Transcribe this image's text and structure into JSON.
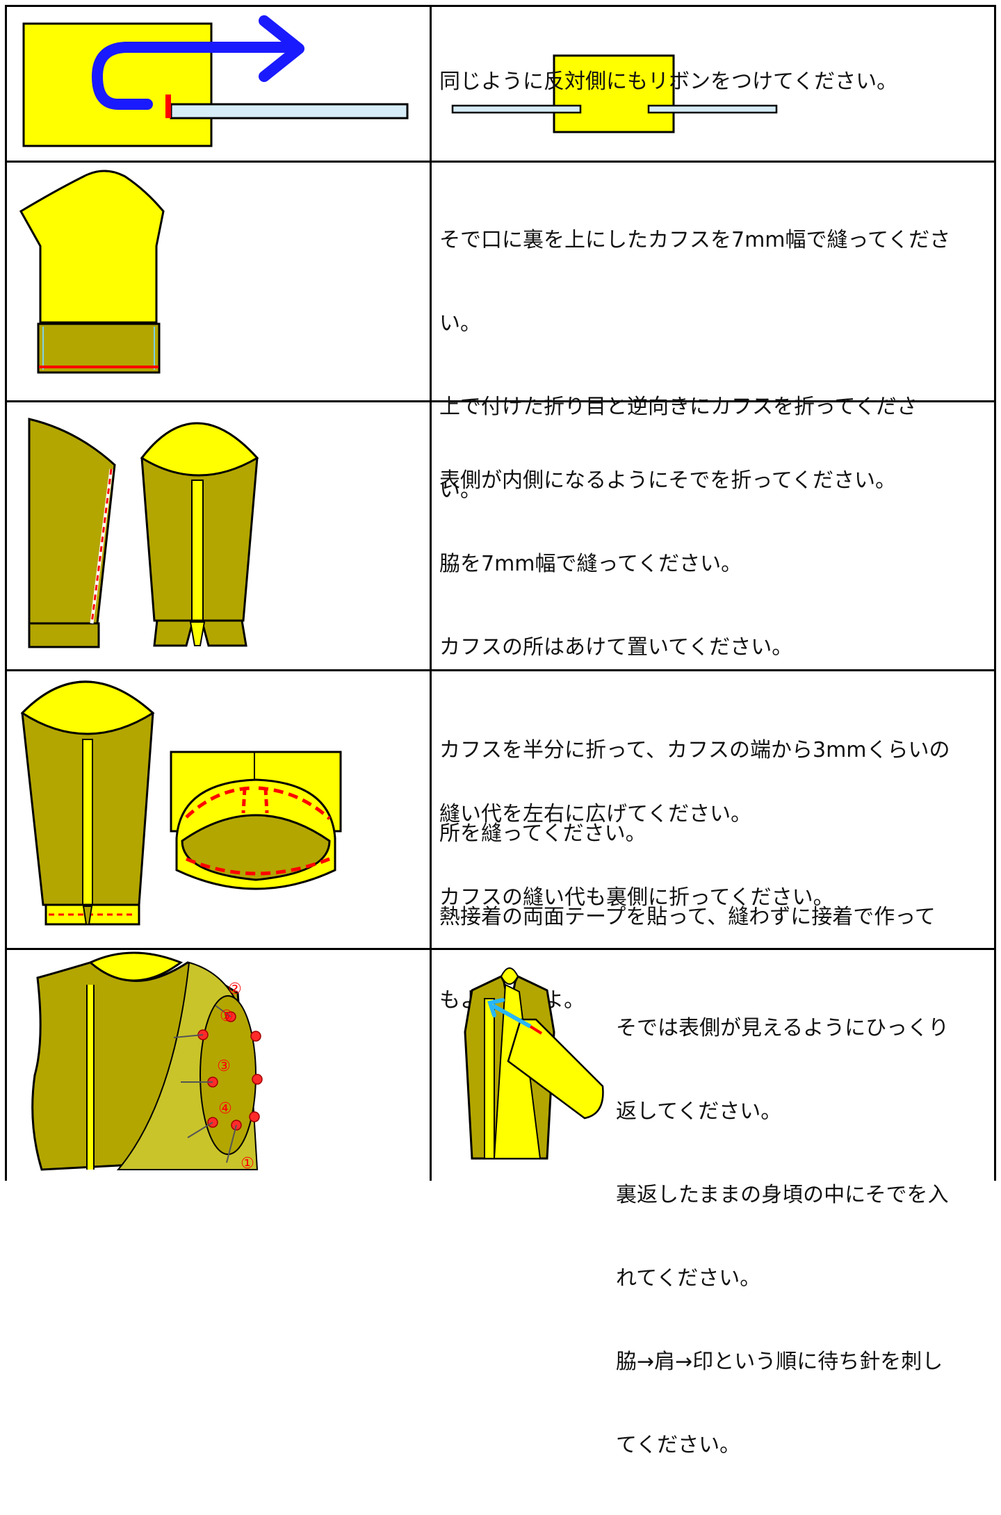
{
  "colors": {
    "yellow": "#ffff00",
    "olive": "#b3a600",
    "border": "#000000",
    "stitch_red": "#ff0000",
    "ribbon_blue": "#d6ecf7",
    "arrow_blue": "#1a1aff",
    "arrow_cyan": "#29b6f6"
  },
  "rows": [
    {
      "image_icon": "ribbon-attach-diagram",
      "text": [
        "同じように反対側にもリボンをつけてください。"
      ]
    },
    {
      "image_icon": "sleeve-cuff-diagram",
      "text": [
        "そで口に裏を上にしたカフスを7mm幅で縫ってくださ",
        "い。",
        "上で付けた折り目と逆向きにカフスを折ってくださ",
        "い。"
      ]
    },
    {
      "image_icon": "sleeve-side-seam-diagram",
      "text": [
        "表側が内側になるようにそでを折ってください。",
        "脇を7mm幅で縫ってください。",
        "カフスの所はあけて置いてください。",
        "",
        "縫い代を左右に広げてください。",
        "カフスの縫い代も裏側に折ってください。"
      ]
    },
    {
      "image_icon": "cuff-fold-stitch-diagram",
      "text": [
        "カフスを半分に折って、カフスの端から3mmくらいの",
        "所を縫ってください。",
        "熱接着の両面テープを貼って、縫わずに接着で作って",
        "もよいですよ。"
      ]
    },
    {
      "image_icon": "sleeve-pin-bodice-diagram",
      "text": [
        "そでは表側が見えるようにひっくり",
        "返してください。",
        "裏返したままの身頃の中にそでを入",
        "れてください。",
        "脇→肩→印という順に待ち針を刺し",
        "てください。"
      ],
      "pin_labels": [
        "①",
        "②",
        "③",
        "④",
        "⑤"
      ]
    }
  ]
}
